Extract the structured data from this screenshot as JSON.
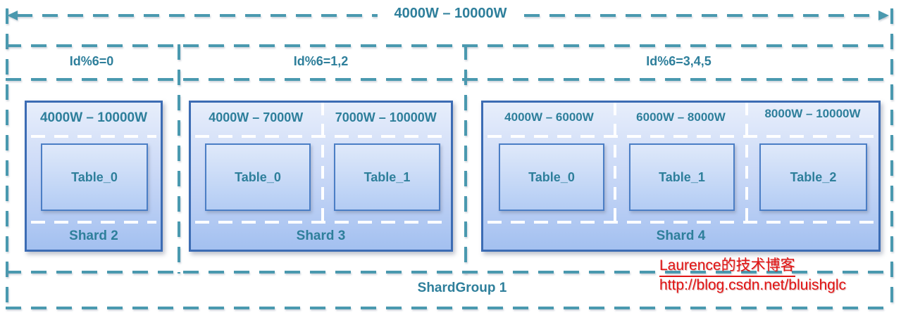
{
  "diagram": {
    "top_range_label": "4000W – 10000W",
    "group_label": "ShardGroup 1",
    "sections": [
      {
        "mod_label": "Id%6=0",
        "shard": {
          "name": "Shard 2",
          "columns": [
            {
              "range": "4000W – 10000W",
              "table": "Table_0"
            }
          ]
        }
      },
      {
        "mod_label": "Id%6=1,2",
        "shard": {
          "name": "Shard 3",
          "columns": [
            {
              "range": "4000W – 7000W",
              "table": "Table_0"
            },
            {
              "range": "7000W – 10000W",
              "table": "Table_1"
            }
          ]
        }
      },
      {
        "mod_label": "Id%6=3,4,5",
        "shard": {
          "name": "Shard 4",
          "columns": [
            {
              "range": "4000W – 6000W",
              "table": "Table_0"
            },
            {
              "range": "6000W – 8000W",
              "table": "Table_1"
            },
            {
              "range": "8000W – 10000W",
              "table": "Table_2"
            }
          ]
        }
      }
    ]
  },
  "watermark": {
    "line1": "Laurence的技术博客",
    "line2": "http://blog.csdn.net/bluishglc"
  },
  "colors": {
    "dash_teal": "#4a99af",
    "text_teal": "#2e7f9b",
    "shard_border": "#3c6cb4",
    "table_border": "#4b7ec5",
    "shard_fill_top": "#e7eefb",
    "shard_fill_bottom": "#a3c0f0",
    "watermark_red": "#e11313"
  }
}
